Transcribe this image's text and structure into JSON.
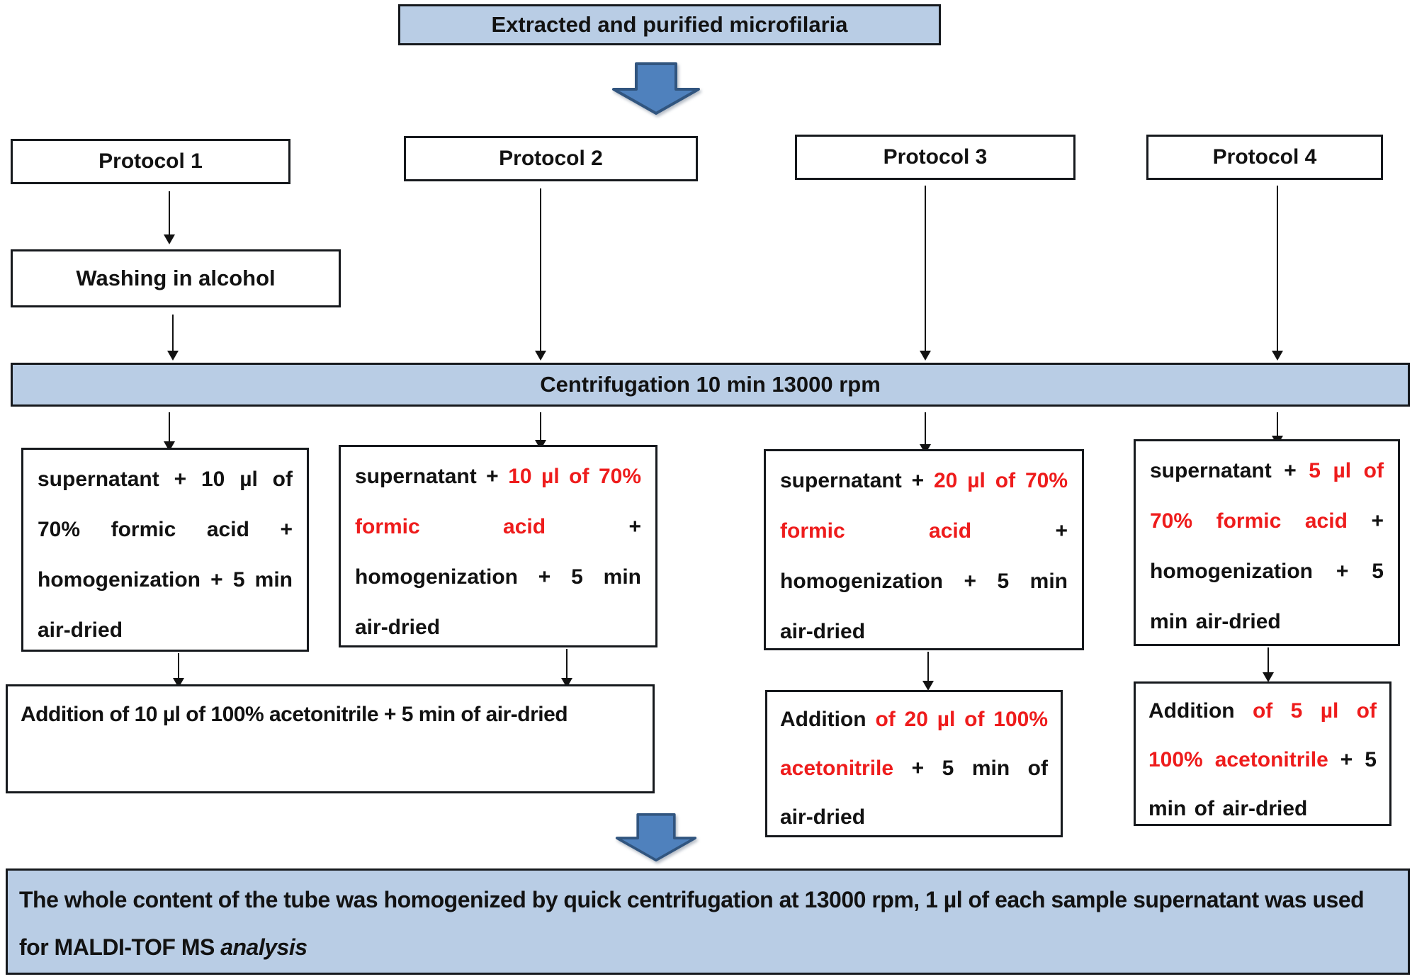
{
  "colors": {
    "panel_fill": "#b9cde5",
    "panel_border": "#16191d",
    "box_border": "#16191d",
    "block_arrow_fill": "#4f81bd",
    "block_arrow_border": "#31557f",
    "red_text": "#ee1c1c",
    "black_text": "#121212"
  },
  "top_box": {
    "label": "Extracted and purified microfilaria"
  },
  "protocol_headers": [
    {
      "label": "Protocol 1"
    },
    {
      "label": "Protocol 2"
    },
    {
      "label": "Protocol 3"
    },
    {
      "label": "Protocol 4"
    }
  ],
  "washing_box": {
    "label": "Washing in alcohol"
  },
  "centrifugation_bar": {
    "label": "Centrifugation 10 min 13000 rpm"
  },
  "supernatant_boxes": [
    {
      "segments": [
        {
          "text": "supernatant + 10 µl of 70% formic acid + homogenization + 5 min air-dried",
          "red": false
        }
      ]
    },
    {
      "segments": [
        {
          "text": "supernatant + ",
          "red": false
        },
        {
          "text": "10 µl of 70% formic acid",
          "red": true
        },
        {
          "text": " + homogenization + 5 min air-dried",
          "red": false
        }
      ]
    },
    {
      "segments": [
        {
          "text": "supernatant + ",
          "red": false
        },
        {
          "text": "20 µl of 70% formic acid",
          "red": true
        },
        {
          "text": " + homogenization + 5 min air-dried",
          "red": false
        }
      ]
    },
    {
      "segments": [
        {
          "text": "supernatant + ",
          "red": false
        },
        {
          "text": "5 µl of 70% formic acid",
          "red": true
        },
        {
          "text": " + homogenization + 5 min air-dried",
          "red": false
        }
      ]
    }
  ],
  "addition_boxes": [
    {
      "segments": [
        {
          "text": "Addition of 10 µl of 100% acetonitrile + 5 min of air-dried",
          "red": false
        }
      ]
    },
    {
      "segments": [
        {
          "text": "Addition ",
          "red": false
        },
        {
          "text": "of 20 µl of 100% acetonitrile",
          "red": true
        },
        {
          "text": " + 5 min of air-dried",
          "red": false
        }
      ]
    },
    {
      "segments": [
        {
          "text": "Addition ",
          "red": false
        },
        {
          "text": "of 5 µl of 100% acetonitrile",
          "red": true
        },
        {
          "text": " + 5 min of air-dried",
          "red": false
        }
      ]
    }
  ],
  "final_box": {
    "segments": [
      {
        "text": "The whole content of the tube was homogenized by quick centrifugation at 13000 rpm, 1 µl of each sample supernatant was used for MALDI-TOF MS ",
        "italic": false
      },
      {
        "text": "analysis",
        "italic": true
      }
    ]
  }
}
